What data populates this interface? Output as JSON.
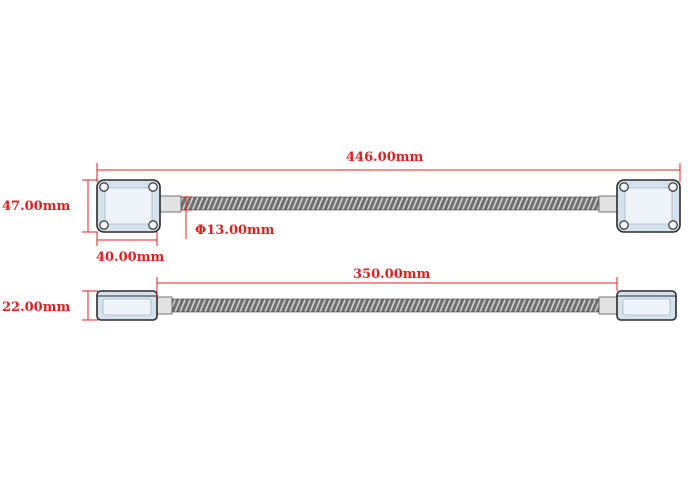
{
  "dimensions": {
    "total_length": "446.00mm",
    "box_height": "47.00mm",
    "box_width": "40.00mm",
    "hose_diameter": "Φ13.00mm",
    "hose_length": "350.00mm",
    "box_depth": "22.00mm"
  },
  "colors": {
    "dimension_line": "#e02020",
    "outline": "#2a2a2a",
    "box_fill": "#d4e2ee",
    "box_highlight": "#eef4f9",
    "hose": "#6f6f6f",
    "hose_light": "#cfcfcf",
    "ferrule": "#e2e2e2"
  },
  "icons": [
    "junction-box-icon",
    "screw-icon",
    "armored-hose-icon",
    "ferrule-icon"
  ]
}
